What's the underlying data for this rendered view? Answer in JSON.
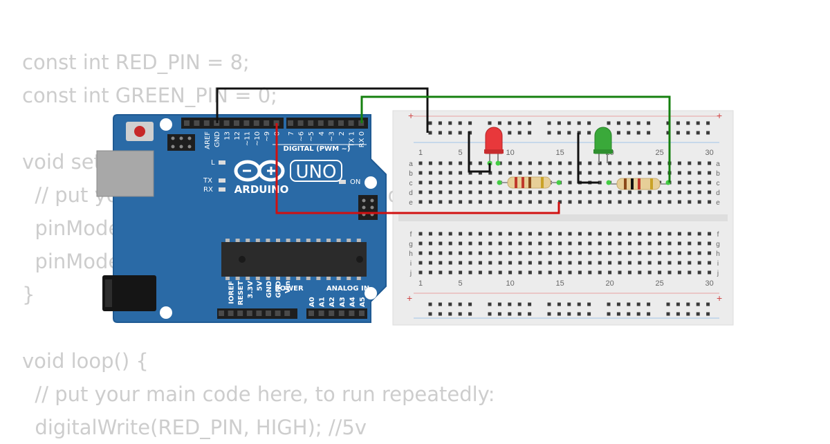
{
  "code_lines": [
    "const int RED_PIN = 8;",
    "const int GREEN_PIN = 0;",
    "",
    "void setup() {",
    "  // put your setup code here, to run once:",
    "  pinMode(RED_PIN, OUTPUT);",
    "  pinMode(GREEN_PIN, OUTPUT);",
    "}",
    "",
    "void loop() {",
    "  // put your main code here, to run repeatedly:",
    "  digitalWrite(RED_PIN, HIGH); //5v"
  ],
  "arduino": {
    "brand": "ARDUINO",
    "model": "UNO",
    "digital_label": "DIGITAL (PWM ~)",
    "power_label": "POWER",
    "analog_label": "ANALOG IN",
    "on_label": "ON",
    "l_label": "L",
    "tx_label": "TX",
    "rx_label": "RX",
    "digital_pins": [
      "AREF",
      "GND",
      "13",
      "12",
      "~11",
      "~10",
      "~9",
      "8",
      "7",
      "~6",
      "~5",
      "4",
      "~3",
      "2",
      "TX 1",
      "RX 0"
    ],
    "power_pins": [
      "IOREF",
      "RESET",
      "3.3V",
      "5V",
      "GND",
      "GND",
      "Vin"
    ],
    "analog_pins": [
      "A0",
      "A1",
      "A2",
      "A3",
      "A4",
      "A5"
    ]
  },
  "breadboard": {
    "column_numbers": [
      "1",
      "5",
      "10",
      "15",
      "20",
      "25",
      "30"
    ],
    "rows_top": [
      "a",
      "b",
      "c",
      "d",
      "e"
    ],
    "rows_bottom": [
      "f",
      "g",
      "h",
      "i",
      "j"
    ],
    "rail_plus": "+",
    "rail_minus": "-"
  },
  "components": {
    "led_red_color": "#e8383b",
    "led_green_color": "#3aa93a",
    "wire_black": "#111111",
    "wire_green": "#15800f",
    "wire_red": "#d01010",
    "board_color": "#2a6aa6"
  }
}
